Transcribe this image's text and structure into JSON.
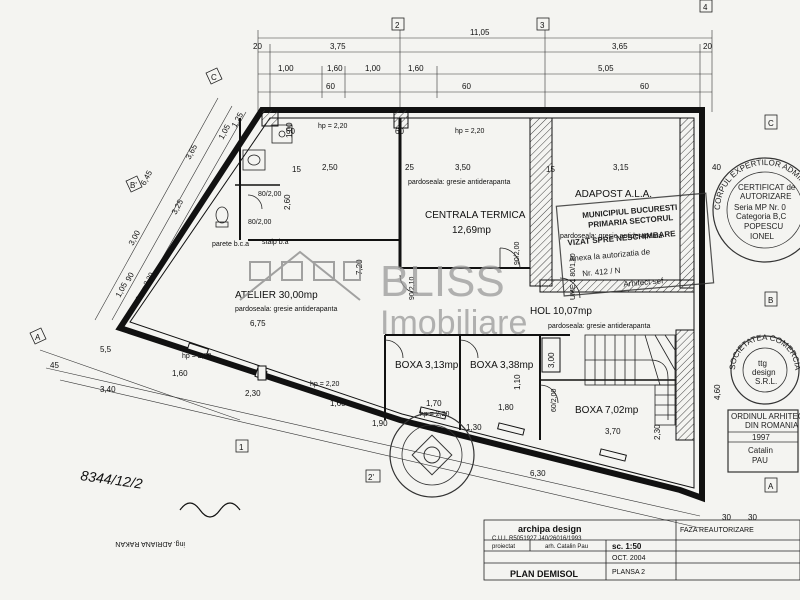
{
  "dimensions": {
    "total_width": "11,05",
    "top_row": [
      "20",
      "3,75",
      "3,65",
      "20"
    ],
    "second_row": [
      "1,00",
      "1,60",
      "1,00",
      "1,60",
      "5,05"
    ],
    "third_row": [
      "60",
      "60",
      "60"
    ],
    "interior_top": [
      "2,50",
      "3,50",
      "3,15"
    ],
    "left_diag": [
      "6,45",
      "3,00",
      "3,25",
      "1,05",
      "90",
      "1,05",
      "1,25",
      "3,65",
      "5,5"
    ],
    "vertical": [
      "2,60",
      "7,20",
      "1,10",
      "4,60",
      "2,30",
      "30"
    ],
    "bottom": [
      "3,40",
      "2,30",
      "1,60",
      "1,90",
      "1,30",
      "1,80",
      "3,70",
      "6,30",
      "1,70",
      "45",
      "1,60",
      "30"
    ],
    "hp": [
      "hp = 2,20",
      "hp = 2,20",
      "hp = 2,20",
      "hp = 2,20",
      "hp = 2,20",
      "hp = 2,20"
    ],
    "misc": [
      "15",
      "15",
      "25",
      "40",
      "60",
      "1,00",
      "60"
    ]
  },
  "axes": [
    "C",
    "B'",
    "2",
    "3",
    "4",
    "C",
    "B",
    "A",
    "A",
    "1",
    "2'"
  ],
  "rooms": {
    "centrala": {
      "name": "CENTRALA TERMICA",
      "area": "12,69mp",
      "floor": "pardoseala: gresie antiderapanta"
    },
    "adapost": {
      "name": "ADAPOST A.L.A.",
      "floor": "pardoseala: gresie antiderapanta"
    },
    "atelier": {
      "name": "ATELIER 30,00mp",
      "floor": "pardoseala: gresie antiderapanta",
      "extra": "6,75"
    },
    "hol": {
      "name": "HOL 10,07mp",
      "floor": "pardoseala: gresie antiderapanta"
    },
    "boxa1": {
      "name": "BOXA 3,13mp"
    },
    "boxa2": {
      "name": "BOXA 3,38mp"
    },
    "boxa3": {
      "name": "BOXA 7,02mp"
    }
  },
  "door_labels": [
    "90/2,00",
    "80/2,00",
    "90/2,10",
    "UME 1 80/1,80",
    "80/2,00",
    "60/2,00",
    "3,00"
  ],
  "notes": [
    "parete b.c.a",
    "stalp b.a"
  ],
  "watermark": {
    "brand": "BLISS",
    "sub": "Imobiliare"
  },
  "stamps": {
    "primaria": {
      "l1": "MUNICIPIUL BUCURESTI",
      "l2": "PRIMARIA SECTORUL",
      "l3": "VIZAT SPRE NESCHIMBARE",
      "l4": "Anexa la autorizatia de",
      "l5": "Nr. 412 / N",
      "l6": "Arhitect sef"
    },
    "certificat": {
      "l1": "CERTIFICAT de",
      "l2": "AUTORIZARE",
      "l3": "Seria MP Nr. 0",
      "l4": "Categoria B,C",
      "l5": "POPESCU",
      "l6": "IONEL",
      "ring": "CORPUL EXPERTILOR ADMINISTRATORI"
    },
    "arhitecti": {
      "l1": "ORDINUL ARHITECTILOR",
      "l2": "DIN ROMANIA",
      "l3": "1997",
      "l4": "Catalin",
      "l5": "PAU"
    },
    "societatea": {
      "ring": "SOCIETATEA COMERCIALA",
      "l1": "ttg",
      "l2": "design",
      "l3": "S.R.L."
    }
  },
  "handwritten": {
    "l1": "8344/12/2",
    "l2": "ing. ADRIANA RAKAN"
  },
  "title_block": {
    "firm": "archipa design",
    "reg": "C.U.I. R5051927   J40/26016/1993",
    "proiectat_label": "proiectat",
    "proiectat_name": "arh. Catalin Pau",
    "scale": "sc. 1:50",
    "date": "OCT. 2004",
    "phase": "FAZA REAUTORIZARE",
    "drawing": "PLAN DEMISOL",
    "sheet": "PLANSA 2"
  }
}
